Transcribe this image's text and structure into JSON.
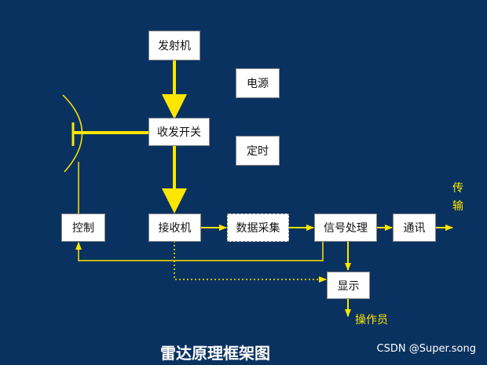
{
  "colors": {
    "background": "#0a3260",
    "arrow": "#ffe600",
    "box": "#ffffff"
  },
  "blocks": {
    "transmitter": "发射机",
    "power": "电源",
    "duplexer": "收发开关",
    "timer": "定时",
    "control": "控制",
    "receiver": "接收机",
    "data_acquisition": "数据采集",
    "signal_processing": "信号处理",
    "communication": "通讯",
    "display": "显示"
  },
  "labels": {
    "transmission": "传输",
    "operator": "操作员"
  },
  "title": "雷达原理框架图",
  "watermark": "CSDN @Super.song"
}
